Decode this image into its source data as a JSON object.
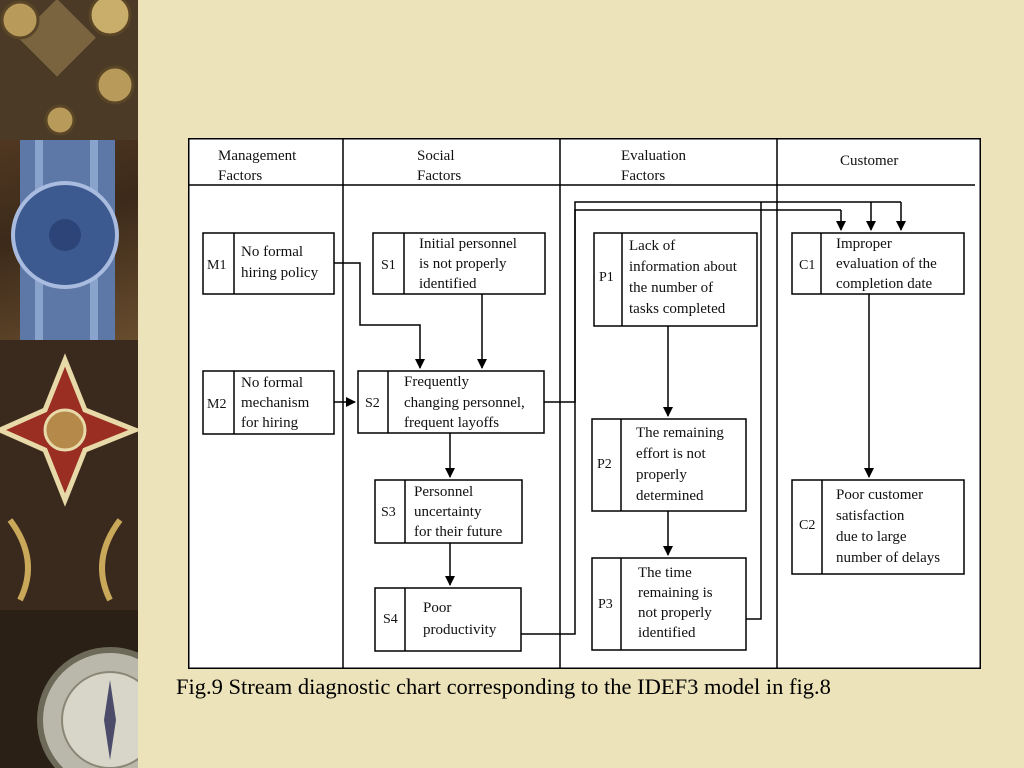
{
  "columns": {
    "management": [
      "Management",
      "Factors"
    ],
    "social": [
      "Social",
      "Factors"
    ],
    "evaluation": [
      "Evaluation",
      "Factors"
    ],
    "customer": [
      "Customer"
    ]
  },
  "boxes": {
    "m1": {
      "id": "M1",
      "lines": [
        "No formal",
        "hiring policy"
      ]
    },
    "m2": {
      "id": "M2",
      "lines": [
        "No formal",
        "mechanism",
        "for hiring"
      ]
    },
    "s1": {
      "id": "S1",
      "lines": [
        "Initial personnel",
        "is not properly",
        "identified"
      ]
    },
    "s2": {
      "id": "S2",
      "lines": [
        "Frequently",
        "changing personnel,",
        "frequent layoffs"
      ]
    },
    "s3": {
      "id": "S3",
      "lines": [
        "Personnel",
        "uncertainty",
        "for their future"
      ]
    },
    "s4": {
      "id": "S4",
      "lines": [
        "Poor",
        "productivity"
      ]
    },
    "p1": {
      "id": "P1",
      "lines": [
        "Lack of",
        "information about",
        "the number of",
        "tasks completed"
      ]
    },
    "p2": {
      "id": "P2",
      "lines": [
        "The remaining",
        "effort is not",
        "properly",
        "determined"
      ]
    },
    "p3": {
      "id": "P3",
      "lines": [
        "The time",
        "remaining is",
        "not properly",
        "identified"
      ]
    },
    "c1": {
      "id": "C1",
      "lines": [
        "Improper",
        "evaluation of the",
        "completion date"
      ]
    },
    "c2": {
      "id": "C2",
      "lines": [
        "Poor customer",
        "satisfaction",
        "due to large",
        "number of delays"
      ]
    }
  },
  "caption": "Fig.9 Stream diagnostic chart corresponding to the IDEF3 model in fig.8"
}
